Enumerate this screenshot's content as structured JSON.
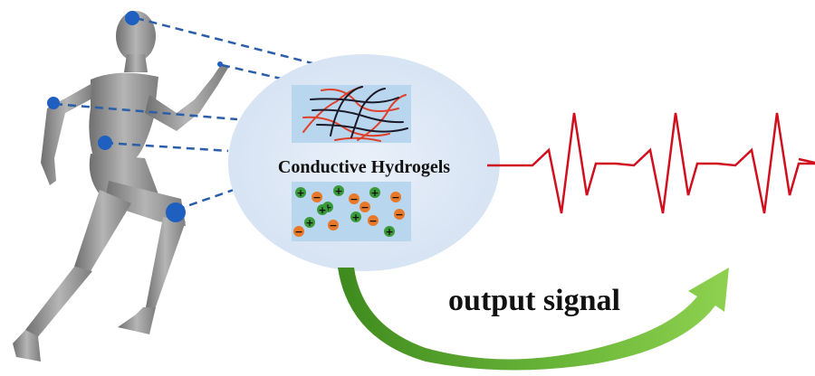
{
  "diagram": {
    "center_label": "Conductive Hydrogels",
    "output_label": "output signal",
    "sensor_points": [
      {
        "name": "head"
      },
      {
        "name": "hand"
      },
      {
        "name": "elbow"
      },
      {
        "name": "waist"
      },
      {
        "name": "knee"
      }
    ],
    "ions": {
      "positive_symbol": "+",
      "negative_symbol": "−",
      "positive_count": 8,
      "negative_count": 8
    },
    "colors": {
      "sensor_dot": "#1f5fbf",
      "dashed_line": "#2b5ea8",
      "ellipse_fill": "#dde8f5",
      "panel_fill": "#b8d6ee",
      "fiber_red": "#e0402a",
      "fiber_black": "#1a1a2a",
      "positive_ion": "#3a9a3a",
      "negative_ion": "#e8782a",
      "signal": "#d0101e",
      "arrow_dark": "#3f8a1e",
      "arrow_light": "#8fd14f",
      "body": "#8e8e8e"
    }
  }
}
